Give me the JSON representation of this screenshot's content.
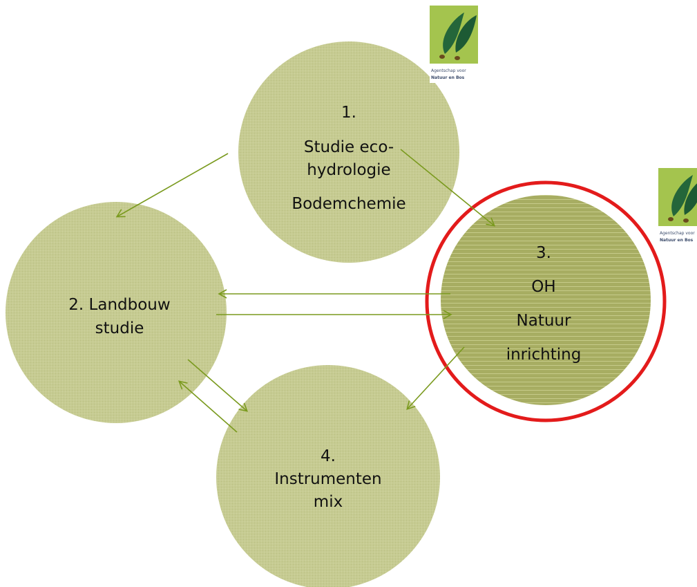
{
  "diagram": {
    "nodes": {
      "n1": {
        "lines": [
          "1.",
          "Studie eco-",
          "hydrologie",
          "Bodemchemie"
        ]
      },
      "n2": {
        "lines": [
          "2. Landbouw",
          "studie"
        ]
      },
      "n3": {
        "lines": [
          "3.",
          "OH",
          "Natuur",
          "inrichting"
        ]
      },
      "n4": {
        "lines": [
          "4.",
          "Instrumenten",
          "mix"
        ]
      }
    },
    "logos": [
      {
        "name": "Agentschap voor Natuur en Bos logo",
        "lines": [
          "Agentschap voor",
          "Natuur en Bos"
        ]
      },
      {
        "name": "Agentschap voor Natuur en Bos logo (cropped)",
        "lines": [
          "Agentschap voor",
          "Natuur en Bos"
        ]
      }
    ],
    "colors": {
      "circle_fill": "#c3c88e",
      "arrow": "#7a9a1e",
      "highlight_ring": "#e31b1b",
      "text": "#111111"
    }
  }
}
